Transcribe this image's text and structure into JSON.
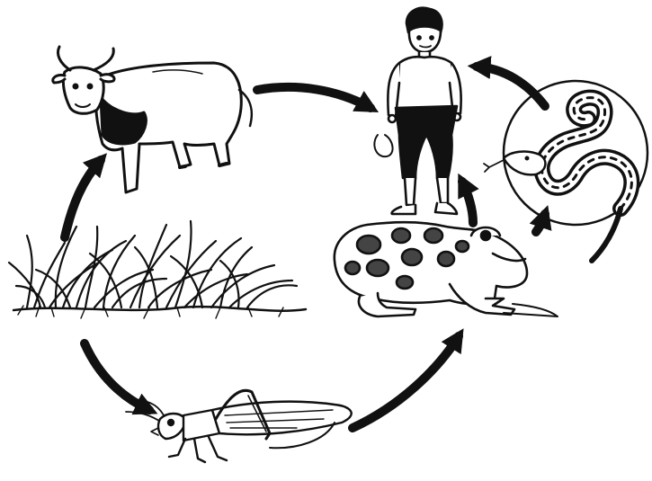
{
  "diagram": {
    "type": "food-web",
    "style": "black-and-white line drawing",
    "nodes": [
      {
        "id": "grass",
        "icon": "grass-icon"
      },
      {
        "id": "cow",
        "icon": "cow-icon"
      },
      {
        "id": "human",
        "icon": "boy-icon"
      },
      {
        "id": "snake",
        "icon": "snake-icon"
      },
      {
        "id": "frog",
        "icon": "frog-icon"
      },
      {
        "id": "grasshopper",
        "icon": "grasshopper-icon"
      }
    ],
    "edges": [
      {
        "from": "grass",
        "to": "cow"
      },
      {
        "from": "cow",
        "to": "human"
      },
      {
        "from": "grass",
        "to": "grasshopper"
      },
      {
        "from": "grasshopper",
        "to": "frog"
      },
      {
        "from": "frog",
        "to": "human"
      },
      {
        "from": "frog",
        "to": "snake"
      },
      {
        "from": "snake",
        "to": "human"
      }
    ],
    "colors": {
      "ink": "#111111",
      "paper": "#ffffff",
      "spot": "#444444"
    }
  }
}
